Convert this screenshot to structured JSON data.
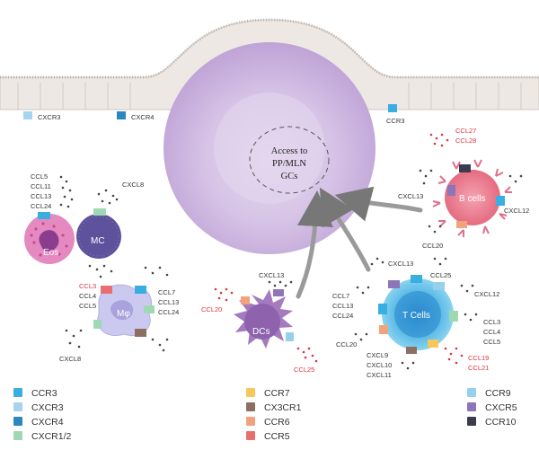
{
  "center": {
    "lines": [
      "Access to",
      "PP/MLN",
      "GCs"
    ]
  },
  "epithelium": {
    "receptors": [
      "CXCR3",
      "CXCR4",
      "CCR3"
    ]
  },
  "cells": {
    "eos": {
      "name": "Eos",
      "ligands": [
        "CCL5",
        "CCL11",
        "CCL13",
        "CCL24"
      ]
    },
    "mc": {
      "name": "MC",
      "ligands": [
        "CXCL8"
      ]
    },
    "macrophage": {
      "name": "Mφ",
      "ligands_left": [
        "CCL3",
        "CCL4",
        "CCL5"
      ],
      "ligands_right": [
        "CCL7",
        "CCL13",
        "CCL24"
      ],
      "ligands_bottom": [
        "CXCL8"
      ]
    },
    "dcs": {
      "name": "DCs",
      "ligands_top": [
        "CXCL13"
      ],
      "ligands_left": [
        "CCL20"
      ],
      "ligands_right": [
        "CCL25"
      ]
    },
    "bcells": {
      "name": "B cells",
      "ligands_top": [
        "CCL27",
        "CCL28"
      ],
      "ligands_left": [
        "CXCL13"
      ],
      "ligands_right": [
        "CXCL12"
      ],
      "ligands_bottom": [
        "CCL20"
      ]
    },
    "tcells": {
      "name": "T Cells",
      "ligands_top_left": [
        "CXCL13"
      ],
      "ligands_top_right": [
        "CCL25"
      ],
      "ligands_left": [
        "CCL7",
        "CCL13",
        "CCL24"
      ],
      "ligands_right_top": [
        "CXCL12"
      ],
      "ligands_right": [
        "CCL3",
        "CCL4",
        "CCL5"
      ],
      "ligands_left_bottom": [
        "CCL20"
      ],
      "ligands_bottom": [
        "CXCL9",
        "CXCL10",
        "CXCL11"
      ],
      "ligands_bottom_right": [
        "CCL19",
        "CCL21"
      ]
    }
  },
  "legend": {
    "col1": [
      {
        "label": "CCR3",
        "color": "#39aee0"
      },
      {
        "label": "CXCR3",
        "color": "#a7d3ee"
      },
      {
        "label": "CXCR4",
        "color": "#2e86c1"
      },
      {
        "label": "CXCR1/2",
        "color": "#9fd9b4"
      }
    ],
    "col2": [
      {
        "label": "CCR7",
        "color": "#f6c859"
      },
      {
        "label": "CX3CR1",
        "color": "#8c6f60"
      },
      {
        "label": "CCR6",
        "color": "#f2a27c"
      },
      {
        "label": "CCR5",
        "color": "#e76f6f"
      }
    ],
    "col3": [
      {
        "label": "CCR9",
        "color": "#96d0ea"
      },
      {
        "label": "CXCR5",
        "color": "#8e74b8"
      },
      {
        "label": "CCR10",
        "color": "#3b3b4f"
      }
    ]
  },
  "colors": {
    "epithelium": "#ece7e3",
    "dome": "#cdb6dd",
    "dome_inner": "#ddd0ea",
    "eos": "#e58ac0",
    "mc": "#5f529c",
    "macrophage": "#cbc9ef",
    "dc": "#a57bbf",
    "bcell": "#ec7b8b",
    "tcell": "#4fb6e2",
    "arrow": "#8a8a8a",
    "accent_red": "#d9363e"
  }
}
